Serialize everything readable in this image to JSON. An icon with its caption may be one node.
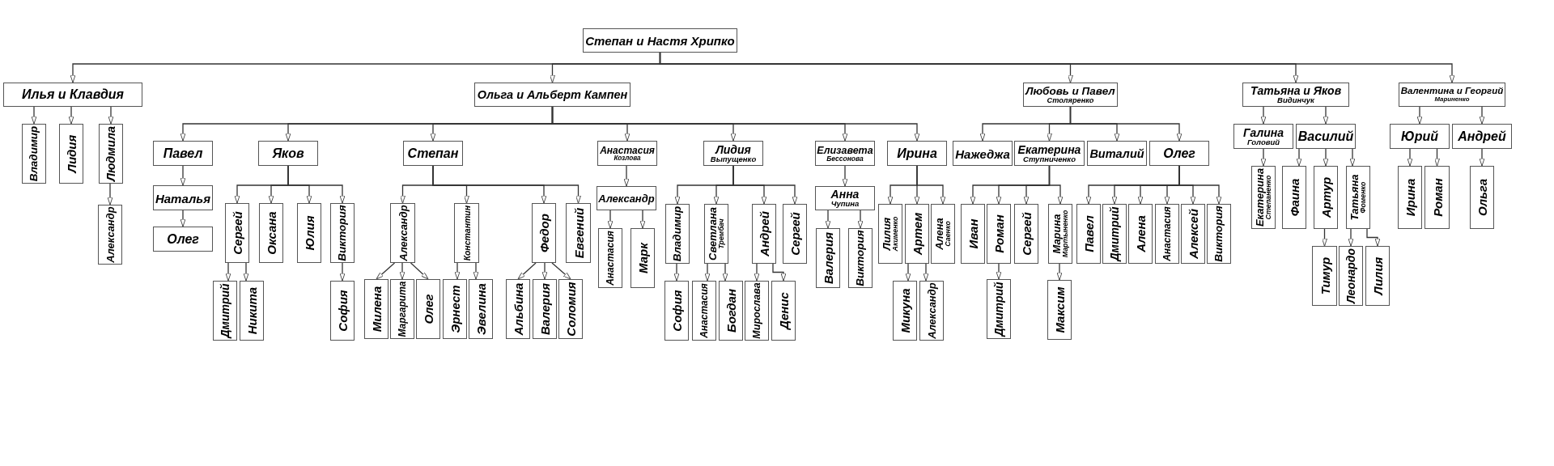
{
  "diagram": {
    "nodes": [
      {
        "text": [
          "Степан и Настя Хрипко"
        ]
      },
      {
        "text": [
          "Илья и Клавдия"
        ]
      },
      {
        "text": [
          "Владимир"
        ]
      },
      {
        "text": [
          "Лидия"
        ]
      },
      {
        "text": [
          "Людмила"
        ]
      },
      {
        "text": [
          "Александр"
        ]
      },
      {
        "text": [
          "Ольга и Альберт Кампен"
        ]
      },
      {
        "text": [
          "Павел"
        ]
      },
      {
        "text": [
          "Наталья"
        ]
      },
      {
        "text": [
          "Олег"
        ]
      },
      {
        "text": [
          "Яков"
        ]
      },
      {
        "text": [
          "Сергей"
        ]
      },
      {
        "text": [
          "Дмитрий"
        ]
      },
      {
        "text": [
          "Никита"
        ]
      },
      {
        "text": [
          "Оксана"
        ]
      },
      {
        "text": [
          "Юлия"
        ]
      },
      {
        "text": [
          "Виктория"
        ]
      },
      {
        "text": [
          "София"
        ]
      },
      {
        "text": [
          "Степан"
        ]
      },
      {
        "text": [
          "Александр"
        ]
      },
      {
        "text": [
          "Милена"
        ]
      },
      {
        "text": [
          "Маргарита"
        ]
      },
      {
        "text": [
          "Олег"
        ]
      },
      {
        "text": [
          "Константин"
        ]
      },
      {
        "text": [
          "Эрнест"
        ]
      },
      {
        "text": [
          "Эвелина"
        ]
      },
      {
        "text": [
          "Федор"
        ]
      },
      {
        "text": [
          "Альбина"
        ]
      },
      {
        "text": [
          "Валерия"
        ]
      },
      {
        "text": [
          "Соломия"
        ]
      },
      {
        "text": [
          "Евгений"
        ]
      },
      {
        "text": [
          "Анастасия",
          "Козлова"
        ]
      },
      {
        "text": [
          "Александр"
        ]
      },
      {
        "text": [
          "Анастасия"
        ]
      },
      {
        "text": [
          "Марк"
        ]
      },
      {
        "text": [
          "Лидия",
          "Выпущенко"
        ]
      },
      {
        "text": [
          "Владимир"
        ]
      },
      {
        "text": [
          "София"
        ]
      },
      {
        "text": [
          "Светлана",
          "Трембач"
        ]
      },
      {
        "text": [
          "Анастасия"
        ]
      },
      {
        "text": [
          "Богдан"
        ]
      },
      {
        "text": [
          "Андрей"
        ]
      },
      {
        "text": [
          "Мирослава"
        ]
      },
      {
        "text": [
          "Денис"
        ]
      },
      {
        "text": [
          "Сергей"
        ]
      },
      {
        "text": [
          "Елизавета",
          "Бессонова"
        ]
      },
      {
        "text": [
          "Анна",
          "Чупина"
        ]
      },
      {
        "text": [
          "Валерия"
        ]
      },
      {
        "text": [
          "Виктория"
        ]
      },
      {
        "text": [
          "Ирина"
        ]
      },
      {
        "text": [
          "Лилия",
          "Акименко"
        ]
      },
      {
        "text": [
          "Артем"
        ]
      },
      {
        "text": [
          "Микуна"
        ]
      },
      {
        "text": [
          "Александр"
        ]
      },
      {
        "text": [
          "Алена",
          "Саенко"
        ]
      },
      {
        "text": [
          "Любовь и Павел",
          "Столяренко"
        ]
      },
      {
        "text": [
          "Нажеджа"
        ]
      },
      {
        "text": [
          "Екатерина",
          "Ступниченко"
        ]
      },
      {
        "text": [
          "Иван"
        ]
      },
      {
        "text": [
          "Роман"
        ]
      },
      {
        "text": [
          "Дмитрий"
        ]
      },
      {
        "text": [
          "Сергей"
        ]
      },
      {
        "text": [
          "Марина",
          "Мартыненко"
        ]
      },
      {
        "text": [
          "Максим"
        ]
      },
      {
        "text": [
          "Виталий"
        ]
      },
      {
        "text": [
          "Олег"
        ]
      },
      {
        "text": [
          "Павел"
        ]
      },
      {
        "text": [
          "Дмитрий"
        ]
      },
      {
        "text": [
          "Алена"
        ]
      },
      {
        "text": [
          "Анастасия"
        ]
      },
      {
        "text": [
          "Алексей"
        ]
      },
      {
        "text": [
          "Виктория"
        ]
      },
      {
        "text": [
          "Татьяна и Яков",
          "Видинчук"
        ]
      },
      {
        "text": [
          "Галина",
          "Головий"
        ]
      },
      {
        "text": [
          "Екатерина",
          "Степаненко"
        ]
      },
      {
        "text": [
          "Василий"
        ]
      },
      {
        "text": [
          "Фаина"
        ]
      },
      {
        "text": [
          "Артур"
        ]
      },
      {
        "text": [
          "Тимур"
        ]
      },
      {
        "text": [
          "Татьяна",
          "Фоменко"
        ]
      },
      {
        "text": [
          "Леонардо"
        ]
      },
      {
        "text": [
          "Лилия"
        ]
      },
      {
        "text": [
          "Валентина и Георгий",
          "Мариненко"
        ]
      },
      {
        "text": [
          "Юрий"
        ]
      },
      {
        "text": [
          "Ирина"
        ]
      },
      {
        "text": [
          "Роман"
        ]
      },
      {
        "text": [
          "Андрей"
        ]
      },
      {
        "text": [
          "Ольга"
        ]
      }
    ],
    "edges": [
      {
        "from": 0,
        "to": 1,
        "arrow": "to"
      },
      {
        "from": 0,
        "to": 6,
        "arrow": "to"
      },
      {
        "from": 0,
        "to": 55,
        "arrow": "to"
      },
      {
        "from": 0,
        "to": 72,
        "arrow": "to"
      },
      {
        "from": 0,
        "to": 82,
        "arrow": "to"
      },
      {
        "from": 1,
        "to": 2,
        "arrow": "to"
      },
      {
        "from": 1,
        "to": 3,
        "arrow": "to"
      },
      {
        "from": 1,
        "to": 4,
        "arrow": "to"
      },
      {
        "from": 4,
        "to": 5,
        "arrow": "to"
      },
      {
        "from": 6,
        "to": 7,
        "arrow": "to"
      },
      {
        "from": 6,
        "to": 10,
        "arrow": "to"
      },
      {
        "from": 6,
        "to": 18,
        "arrow": "to"
      },
      {
        "from": 6,
        "to": 31,
        "arrow": "to"
      },
      {
        "from": 6,
        "to": 35,
        "arrow": "to"
      },
      {
        "from": 6,
        "to": 45,
        "arrow": "to"
      },
      {
        "from": 6,
        "to": 49,
        "arrow": "to"
      },
      {
        "from": 7,
        "to": 8,
        "arrow": "to"
      },
      {
        "from": 8,
        "to": 9,
        "arrow": "to"
      },
      {
        "from": 10,
        "to": 11,
        "arrow": "to"
      },
      {
        "from": 10,
        "to": 14,
        "arrow": "to"
      },
      {
        "from": 10,
        "to": 15,
        "arrow": "to"
      },
      {
        "from": 10,
        "to": 16,
        "arrow": "to"
      },
      {
        "from": 11,
        "to": 12,
        "arrow": "to"
      },
      {
        "from": 11,
        "to": 13,
        "arrow": "to"
      },
      {
        "from": 16,
        "to": 17,
        "arrow": "to"
      },
      {
        "from": 18,
        "to": 19,
        "arrow": "to"
      },
      {
        "from": 18,
        "to": 23,
        "arrow": "to"
      },
      {
        "from": 18,
        "to": 26,
        "arrow": "to"
      },
      {
        "from": 18,
        "to": 30,
        "arrow": "to"
      },
      {
        "from": 19,
        "to": 20,
        "arrow": "to"
      },
      {
        "from": 19,
        "to": 21,
        "arrow": "to"
      },
      {
        "from": 19,
        "to": 22,
        "arrow": "to"
      },
      {
        "from": 23,
        "to": 24,
        "arrow": "to"
      },
      {
        "from": 23,
        "to": 25,
        "arrow": "to"
      },
      {
        "from": 26,
        "to": 27,
        "arrow": "to"
      },
      {
        "from": 26,
        "to": 28,
        "arrow": "to"
      },
      {
        "from": 26,
        "to": 29,
        "arrow": "to"
      },
      {
        "from": 31,
        "to": 32,
        "arrow": "to"
      },
      {
        "from": 32,
        "to": 33,
        "arrow": "to"
      },
      {
        "from": 32,
        "to": 34,
        "arrow": "to"
      },
      {
        "from": 35,
        "to": 36,
        "arrow": "to"
      },
      {
        "from": 35,
        "to": 38,
        "arrow": "to"
      },
      {
        "from": 35,
        "to": 41,
        "arrow": "to"
      },
      {
        "from": 35,
        "to": 44,
        "arrow": "to"
      },
      {
        "from": 36,
        "to": 37,
        "arrow": "to"
      },
      {
        "from": 38,
        "to": 39,
        "arrow": "to"
      },
      {
        "from": 38,
        "to": 40,
        "arrow": "to"
      },
      {
        "from": 41,
        "to": 42,
        "arrow": "to"
      },
      {
        "from": 41,
        "to": 43,
        "arrow": "to"
      },
      {
        "from": 45,
        "to": 46,
        "arrow": "to"
      },
      {
        "from": 46,
        "to": 47,
        "arrow": "to"
      },
      {
        "from": 46,
        "to": 48,
        "arrow": "to"
      },
      {
        "from": 49,
        "to": 50,
        "arrow": "to"
      },
      {
        "from": 49,
        "to": 51,
        "arrow": "to"
      },
      {
        "from": 49,
        "to": 54,
        "arrow": "to"
      },
      {
        "from": 51,
        "to": 52,
        "arrow": "to"
      },
      {
        "from": 51,
        "to": 53,
        "arrow": "to"
      },
      {
        "from": 55,
        "to": 56,
        "arrow": "to"
      },
      {
        "from": 55,
        "to": 57,
        "arrow": "to"
      },
      {
        "from": 55,
        "to": 64,
        "arrow": "to"
      },
      {
        "from": 55,
        "to": 65,
        "arrow": "to"
      },
      {
        "from": 57,
        "to": 58,
        "arrow": "to"
      },
      {
        "from": 57,
        "to": 59,
        "arrow": "to"
      },
      {
        "from": 57,
        "to": 61,
        "arrow": "to"
      },
      {
        "from": 57,
        "to": 62,
        "arrow": "to"
      },
      {
        "from": 59,
        "to": 60,
        "arrow": "to"
      },
      {
        "from": 62,
        "to": 63,
        "arrow": "to"
      },
      {
        "from": 65,
        "to": 66,
        "arrow": "to"
      },
      {
        "from": 65,
        "to": 67,
        "arrow": "to"
      },
      {
        "from": 65,
        "to": 68,
        "arrow": "to"
      },
      {
        "from": 65,
        "to": 69,
        "arrow": "to"
      },
      {
        "from": 65,
        "to": 70,
        "arrow": "to"
      },
      {
        "from": 65,
        "to": 71,
        "arrow": "to"
      },
      {
        "from": 72,
        "to": 73,
        "arrow": "to"
      },
      {
        "from": 72,
        "to": 75,
        "arrow": "to"
      },
      {
        "from": 73,
        "to": 74,
        "arrow": "to"
      },
      {
        "from": 75,
        "to": 76,
        "arrow": "to"
      },
      {
        "from": 75,
        "to": 77,
        "arrow": "to"
      },
      {
        "from": 75,
        "to": 79,
        "arrow": "to"
      },
      {
        "from": 77,
        "to": 78,
        "arrow": "to"
      },
      {
        "from": 79,
        "to": 80,
        "arrow": "to"
      },
      {
        "from": 79,
        "to": 81,
        "arrow": "to"
      },
      {
        "from": 82,
        "to": 83,
        "arrow": "to"
      },
      {
        "from": 82,
        "to": 86,
        "arrow": "to"
      },
      {
        "from": 83,
        "to": 84,
        "arrow": "to"
      },
      {
        "from": 83,
        "to": 85,
        "arrow": "to"
      },
      {
        "from": 86,
        "to": 87,
        "arrow": "to"
      }
    ]
  }
}
